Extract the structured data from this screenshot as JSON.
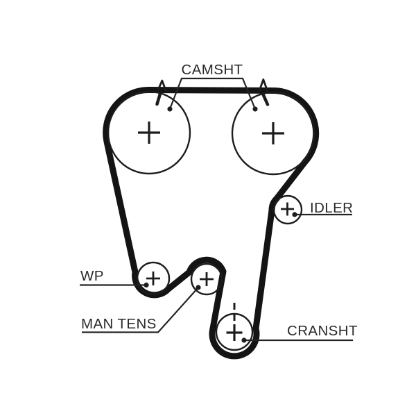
{
  "diagram": {
    "type": "timing-belt-routing",
    "background_color": "#ffffff",
    "ink_color": "#1b1b1b",
    "labels": {
      "camshaft": "CAMSHT",
      "idler": "IDLER",
      "water_pump": "WP",
      "manual_tensioner": "MAN TENS",
      "crankshaft": "CRANSHT"
    },
    "pulleys": [
      "camshaft-left",
      "camshaft-right",
      "idler",
      "water-pump",
      "manual-tensioner",
      "crankshaft"
    ]
  }
}
